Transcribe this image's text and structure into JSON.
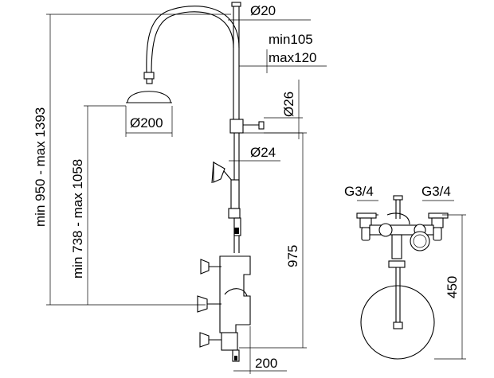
{
  "dimensions": {
    "arm_tube_diameter": "Ø20",
    "arm_reach_min": "min105",
    "arm_reach_max": "max120",
    "rail_diameter": "Ø26",
    "head_diameter": "Ø200",
    "rail_lower_diameter": "Ø24",
    "total_height": "min 950 - max 1393",
    "head_height": "min 738 - max 1058",
    "rail_height": "975",
    "mixer_depth": "200",
    "inlet_left": "G3/4",
    "inlet_right": "G3/4",
    "front_view_height": "450"
  }
}
